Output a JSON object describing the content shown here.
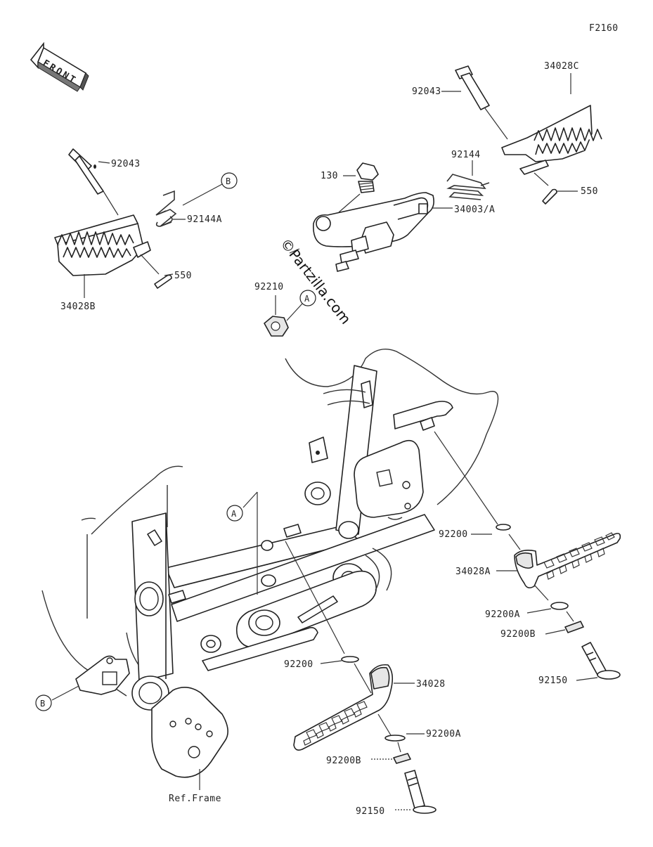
{
  "figure_code": "F2160",
  "front_label": "FRONT",
  "watermark": "©Partzilla.com",
  "ref_frame": "Ref.Frame",
  "callouts": {
    "a": "A",
    "b": "B"
  },
  "parts": {
    "p92043_left": "92043",
    "p92144a": "92144A",
    "p550_left": "550",
    "p34028b": "34028B",
    "p130": "130",
    "p92144": "92144",
    "p34003a": "34003/A",
    "p92210": "92210",
    "p92043_right": "92043",
    "p34028c": "34028C",
    "p550_right": "550",
    "p92200_right": "92200",
    "p34028a": "34028A",
    "p92200a_right": "92200A",
    "p92200b_right": "92200B",
    "p92150_right": "92150",
    "p92200_bottom": "92200",
    "p34028": "34028",
    "p92200a_bottom": "92200A",
    "p92200b_bottom": "92200B",
    "p92150_bottom": "92150"
  },
  "colors": {
    "line": "#222222",
    "background": "#ffffff"
  }
}
